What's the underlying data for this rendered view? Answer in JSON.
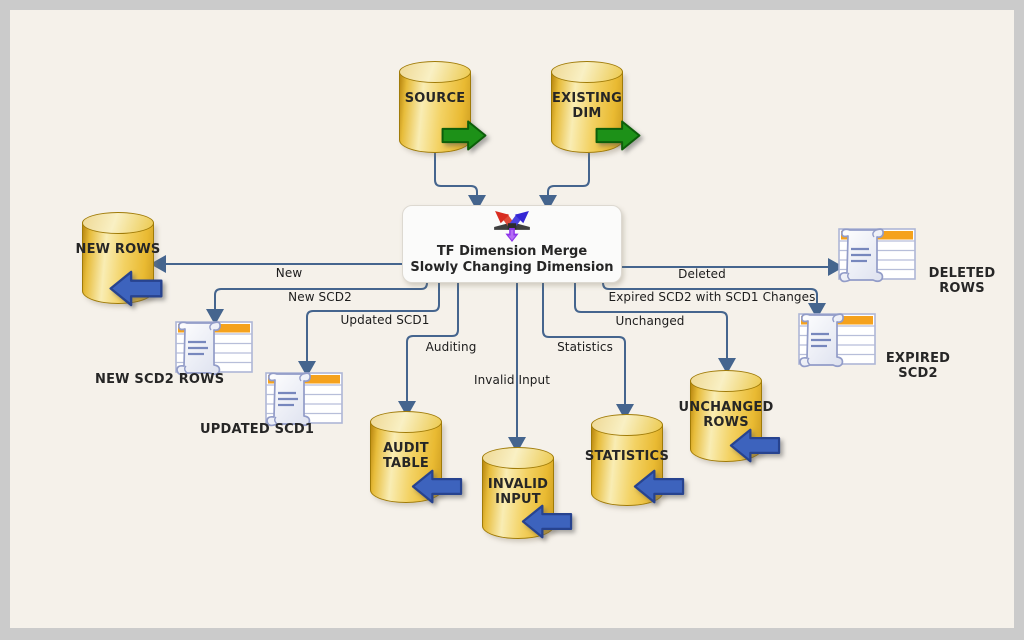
{
  "step": {
    "title": "TF Dimension Merge\nSlowly Changing Dimension",
    "icon": "dimension-merge-icon"
  },
  "nodes": {
    "source": {
      "label": "SOURCE",
      "type": "database",
      "io_arrow": "green-right"
    },
    "existing_dim": {
      "label": "EXISTING\nDIM",
      "type": "database",
      "io_arrow": "green-right"
    },
    "new_rows": {
      "label": "NEW\nROWS",
      "type": "database",
      "io_arrow": "blue-left"
    },
    "new_scd2_rows": {
      "label": "NEW SCD2 ROWS",
      "type": "table-file"
    },
    "updated_scd1": {
      "label": "UPDATED SCD1",
      "type": "table-file"
    },
    "audit_table": {
      "label": "AUDIT\nTABLE",
      "type": "database",
      "io_arrow": "blue-left"
    },
    "invalid_input": {
      "label": "INVALID\nINPUT",
      "type": "database",
      "io_arrow": "blue-left"
    },
    "statistics": {
      "label": "STATISTICS",
      "type": "database",
      "io_arrow": "blue-left"
    },
    "unchanged_rows": {
      "label": "UNCHANGED\nROWS",
      "type": "database",
      "io_arrow": "blue-left"
    },
    "deleted_rows": {
      "label": "DELETED\nROWS",
      "type": "table-file"
    },
    "expired_scd2": {
      "label": "EXPIRED\nSCD2",
      "type": "table-file"
    }
  },
  "edges": {
    "new": "New",
    "new_scd2": "New SCD2",
    "updated_scd1": "Updated SCD1",
    "auditing": "Auditing",
    "invalid_input": "Invalid Input",
    "statistics": "Statistics",
    "unchanged": "Unchanged",
    "expired_scd2": "Expired SCD2 with SCD1 Changes",
    "deleted": "Deleted"
  },
  "colors": {
    "hop_line": "#45658e",
    "cylinder_gold": "#eec23f",
    "table_header_orange": "#f5a21d",
    "input_arrow_blue": "#3d63bd",
    "output_arrow_green": "#1d9118",
    "canvas_background": "#f5f1ea",
    "frame_gray": "#cbcbcb",
    "step_background": "#fbfbfa"
  }
}
